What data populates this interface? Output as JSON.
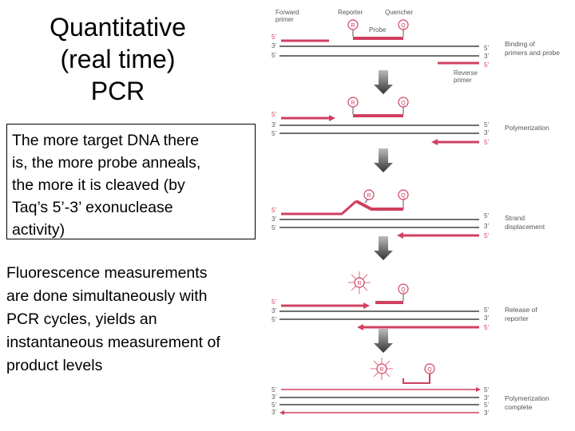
{
  "slide": {
    "title_lines": [
      "Quantitative",
      "(real time)",
      "PCR"
    ],
    "box_lines": [
      "The more target DNA there",
      "is, the more probe anneals,",
      "the more it is cleaved (by",
      "Taq’s 5’-3’ exonuclease",
      "activity)"
    ],
    "body_lines": [
      "Fluorescence measurements",
      "are done simultaneously with",
      "PCR cycles, yields an",
      "instantaneous measurement of",
      "product levels"
    ]
  },
  "diagram": {
    "labels": {
      "reporter": "Reporter",
      "quencher": "Quencher",
      "forward_primer": [
        "Forward",
        "primer"
      ],
      "probe": "Probe",
      "reverse_primer": [
        "Reverse",
        "primer"
      ],
      "r": "R",
      "q": "Q",
      "five": "5’",
      "three": "3’"
    },
    "steps": [
      {
        "name": "binding",
        "label_lines": [
          "Binding of",
          "primers and probe"
        ]
      },
      {
        "name": "polymerization",
        "label_lines": [
          "Polymerization"
        ]
      },
      {
        "name": "strand-displacement",
        "label_lines": [
          "Strand",
          "displacement"
        ]
      },
      {
        "name": "release",
        "label_lines": [
          "Release of",
          "reporter"
        ]
      },
      {
        "name": "polymerization-complete",
        "label_lines": [
          "Polymerization",
          "complete"
        ]
      }
    ],
    "colors": {
      "strand": "#1a1a1a",
      "primer": "#d04060",
      "step_label": "#555555",
      "arrow_dark": "#333333",
      "arrow_light": "#bbbbbb"
    }
  }
}
